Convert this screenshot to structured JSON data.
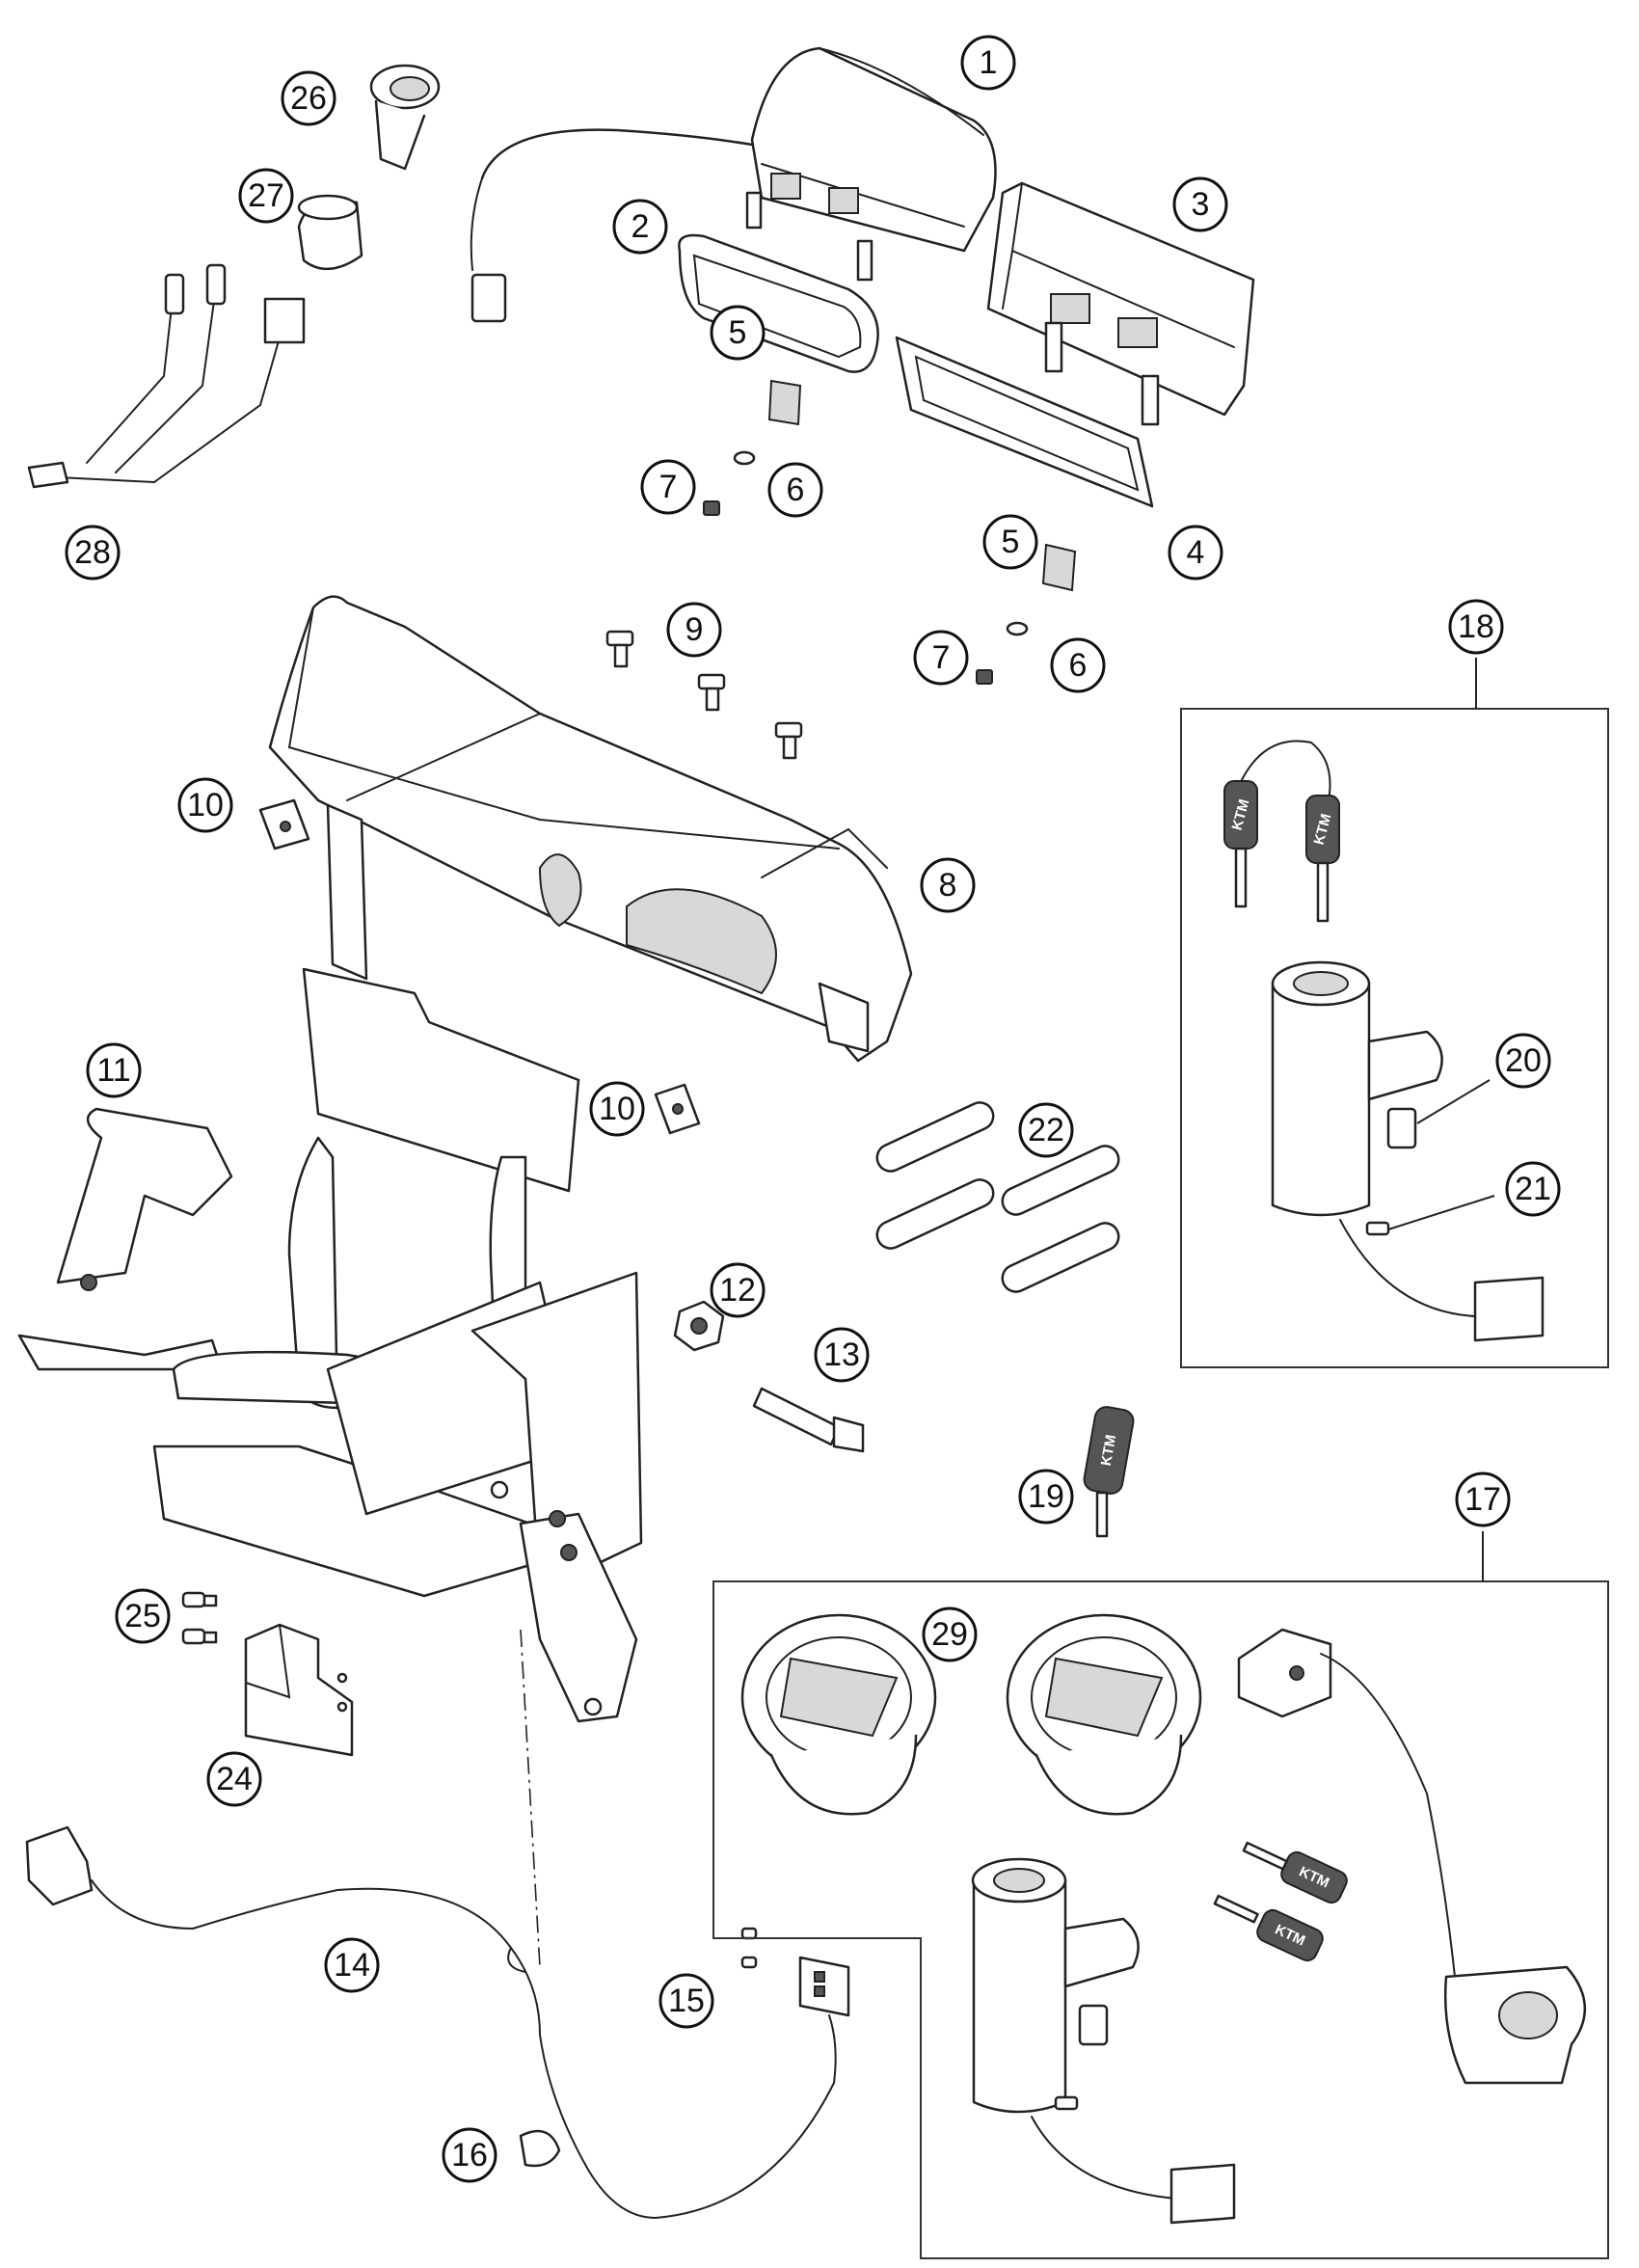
{
  "callouts": [
    "1",
    "2",
    "3",
    "4",
    "5",
    "5",
    "6",
    "6",
    "7",
    "7",
    "8",
    "9",
    "10",
    "10",
    "11",
    "12",
    "13",
    "14",
    "15",
    "16",
    "17",
    "18",
    "19",
    "20",
    "21",
    "22",
    "24",
    "25",
    "26",
    "27",
    "28",
    "29"
  ],
  "key_brand_mark": "KTM"
}
